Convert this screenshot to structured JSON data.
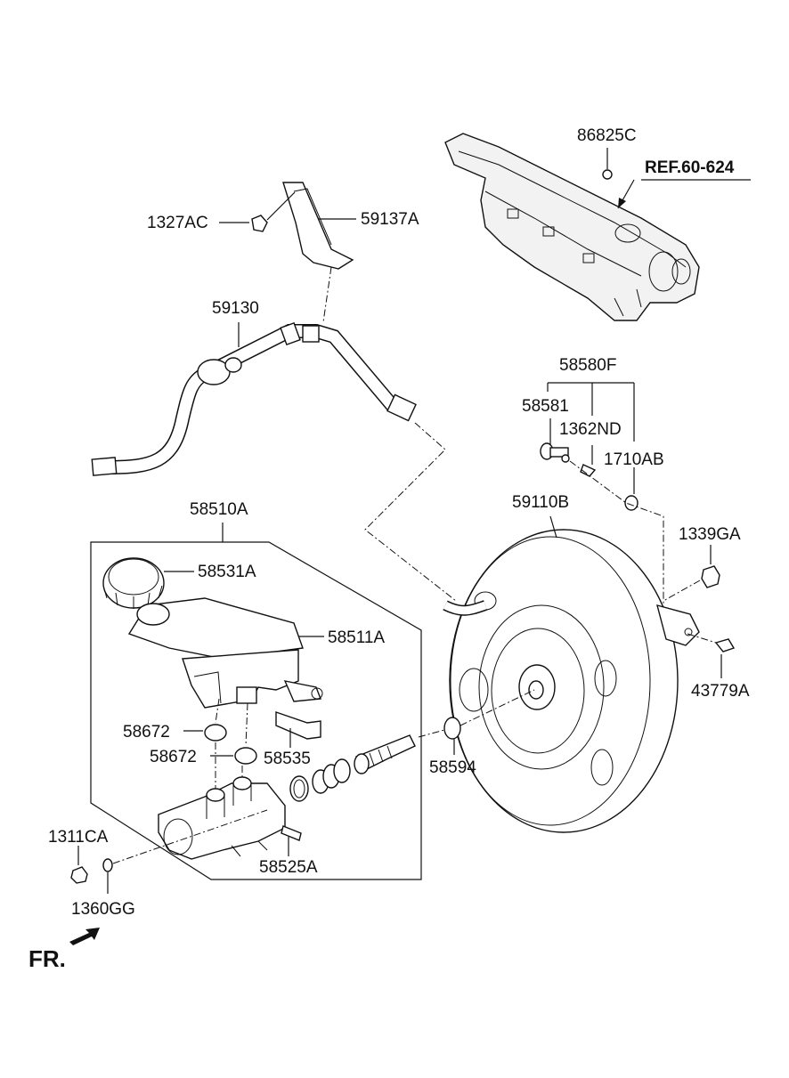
{
  "labels": {
    "p86825C": "86825C",
    "ref": "REF.60-624",
    "p1327AC": "1327AC",
    "p59137A": "59137A",
    "p59130": "59130",
    "p58580F": "58580F",
    "p58581": "58581",
    "p1362ND": "1362ND",
    "p1710AB": "1710AB",
    "p58510A": "58510A",
    "p59110B": "59110B",
    "p58531A": "58531A",
    "p1339GA": "1339GA",
    "p58511A": "58511A",
    "p43779A": "43779A",
    "p58672a": "58672",
    "p58672b": "58672",
    "p58535": "58535",
    "p58594": "58594",
    "p1311CA": "1311CA",
    "p58525A": "58525A",
    "p1360GG": "1360GG",
    "fr": "FR."
  }
}
